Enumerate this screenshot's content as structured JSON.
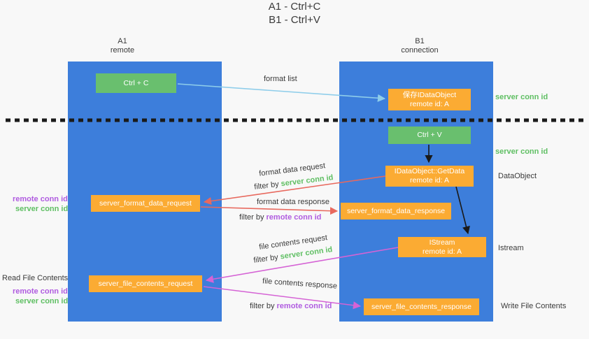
{
  "title": {
    "line1": "A1 - Ctrl+C",
    "line2": "B1 - Ctrl+V"
  },
  "lanes": {
    "a1_name": "A1",
    "a1_sub": "remote",
    "b1_name": "B1",
    "b1_sub": "connection"
  },
  "nodes": {
    "ctrl_c": "Ctrl + C",
    "ctrl_v": "Ctrl + V",
    "save_dataobject_l1": "保存IDataObject",
    "save_dataobject_l2": "remote id: A",
    "getdata_l1": "IDataObject::GetData",
    "getdata_l2": "remote id: A",
    "istream_l1": "IStream",
    "istream_l2": "remote id: A",
    "format_request": "server_format_data_request",
    "format_response": "server_format_data_response",
    "file_request": "server_file_contents_request",
    "file_response": "server_file_contents_response"
  },
  "labels": {
    "format_list": "format list",
    "server_conn_id": "server conn id",
    "remote_conn_id": "remote conn id",
    "filter_by": "filter by",
    "dataobject": "DataObject",
    "istream": "Istream",
    "format_data_request": "format data request",
    "format_data_response": "format data response",
    "file_contents_request": "file contents request",
    "file_contents_response": "file contents response",
    "read_file_contents": "Read File Contents",
    "write_file_contents": "Write File Contents"
  },
  "colors": {
    "lane_blue": "#3d7edb",
    "box_green": "#69bf6e",
    "box_orange": "#fbab33",
    "text_green": "#5fbf63",
    "text_purple": "#b05ce0",
    "arrow_red": "#e8695e",
    "arrow_magenta": "#d563d5",
    "arrow_blue": "#8ecdea",
    "arrow_black": "#1a1a1a"
  }
}
